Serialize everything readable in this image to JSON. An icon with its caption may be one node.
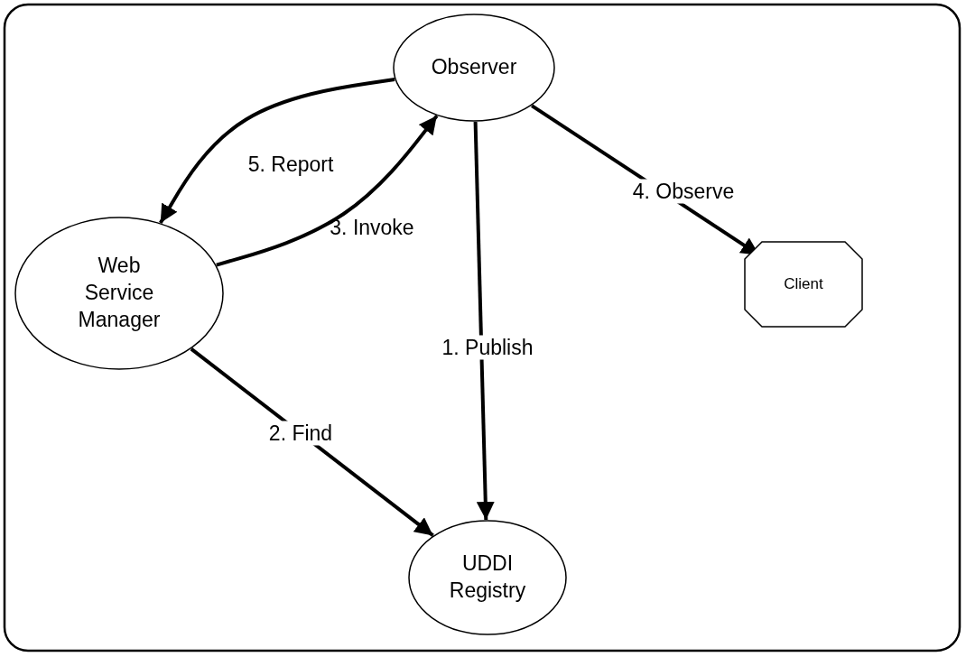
{
  "diagram": {
    "nodes": [
      {
        "text": [
          "Observer"
        ]
      },
      {
        "text": [
          "Web Service Manager"
        ]
      },
      {
        "text": [
          "Client"
        ]
      },
      {
        "text": [
          "UDDI Registry"
        ]
      }
    ],
    "edges": [
      {
        "from": 0,
        "to": 3,
        "arrow": "to",
        "label": "1. Publish"
      },
      {
        "from": 1,
        "to": 3,
        "arrow": "to",
        "label": "2. Find"
      },
      {
        "from": 1,
        "to": 0,
        "arrow": "to",
        "label": "3. Invoke"
      },
      {
        "from": 0,
        "to": 2,
        "arrow": "to",
        "label": "4. Observe"
      },
      {
        "from": 0,
        "to": 1,
        "arrow": "to",
        "label": "5. Report"
      }
    ]
  }
}
